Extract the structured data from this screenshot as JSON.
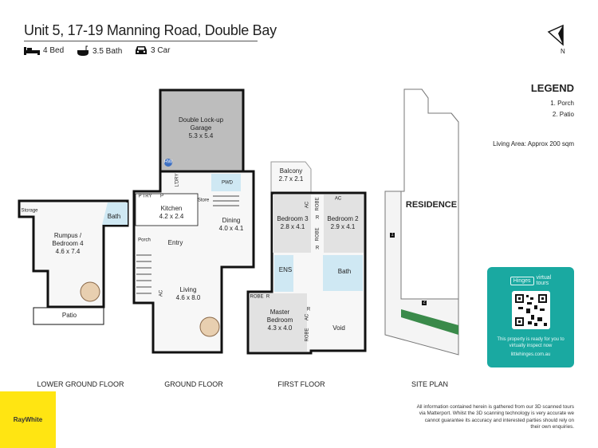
{
  "header": {
    "title": "Unit 5, 17-19 Manning Road, Double Bay",
    "features": [
      {
        "icon": "bed-icon",
        "label": "4 Bed"
      },
      {
        "icon": "bath-icon",
        "label": "3.5 Bath"
      },
      {
        "icon": "car-icon",
        "label": "3 Car"
      }
    ]
  },
  "compass": {
    "label": "N"
  },
  "legend": {
    "title": "LEGEND",
    "items": [
      "1. Porch",
      "2. Patio"
    ],
    "living_area": "Living Area: Approx 200 sqm"
  },
  "lower_ground": {
    "rooms": [
      "Storage",
      "Bath",
      "Rumpus /\nBedroom 4\n4.6 x 7.4",
      "Patio"
    ],
    "label": "LOWER GROUND FLOOR"
  },
  "ground": {
    "rooms": [
      "Double Lock-up\nGarage\n5.3 x 5.4",
      "HW",
      "L'DRY",
      "PWD",
      "Store",
      "P'TRY",
      "P",
      "Kitchen\n4.2 x 2.4",
      "Dining\n4.0 x 4.1",
      "Porch",
      "Entry",
      "AC",
      "Living\n4.6 x 8.0"
    ],
    "label": "GROUND FLOOR"
  },
  "first": {
    "rooms": [
      "Balcony\n2.7 x 2.1",
      "Bedroom 3\n2.8 x 4.1",
      "Bedroom 2\n2.9 x 4.1",
      "ROBE",
      "R",
      "ROBE",
      "R",
      "AC",
      "AC",
      "ENS",
      "Bath",
      "ROBE",
      "R",
      "Master\nBedroom\n4.3 x 4.0",
      "ROBE",
      "AC",
      "R",
      "Void"
    ],
    "label": "FIRST FLOOR"
  },
  "site": {
    "residence": "RESIDENCE",
    "markers": [
      "1",
      "2"
    ],
    "label": "SITE PLAN"
  },
  "tour_card": {
    "brand": "Hinges",
    "brand2": "virtual",
    "brand3": "tours",
    "text": "This property is ready for you to virtually inspect now",
    "url": "littlehinges.com.au",
    "color": "#1aa9a1"
  },
  "disclaimer": "All information contained herein is gathered from our 3D scanned tours via Matterport. Whilst the 3D scanning technology is very accurate we cannot guarantee its accuracy and interested parties should rely on their own enquiries.",
  "agency": {
    "logo": "RayWhite",
    "color": "#ffe512"
  }
}
